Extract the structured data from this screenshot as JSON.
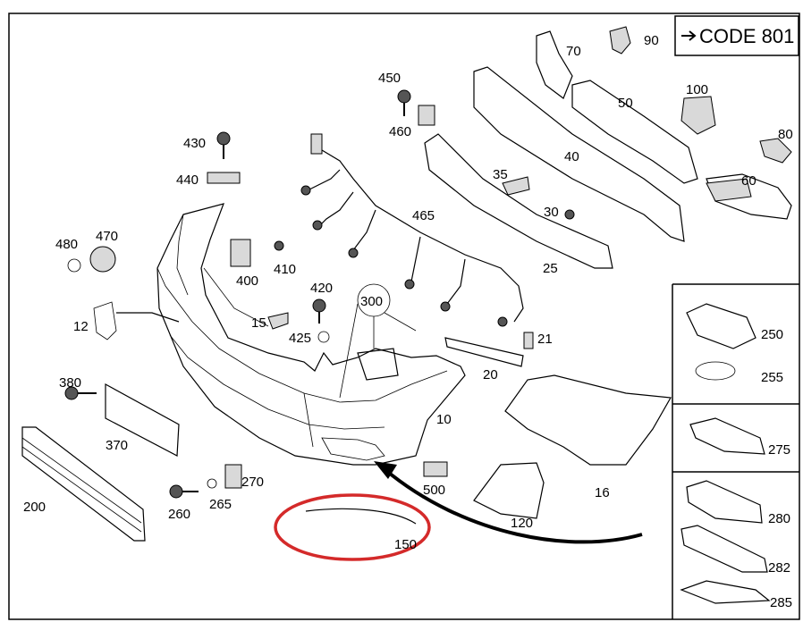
{
  "code_box": {
    "label": "CODE 801"
  },
  "labels": {
    "p10": "10",
    "p12": "12",
    "p15": "15",
    "p16": "16",
    "p20": "20",
    "p21": "21",
    "p25": "25",
    "p30": "30",
    "p35": "35",
    "p40": "40",
    "p50": "50",
    "p60": "60",
    "p70": "70",
    "p80": "80",
    "p90": "90",
    "p100": "100",
    "p120": "120",
    "p150": "150",
    "p200": "200",
    "p250": "250",
    "p255": "255",
    "p260": "260",
    "p265": "265",
    "p270": "270",
    "p275": "275",
    "p280": "280",
    "p282": "282",
    "p285": "285",
    "p300": "300",
    "p370": "370",
    "p380": "380",
    "p400": "400",
    "p410": "410",
    "p420": "420",
    "p425": "425",
    "p430": "430",
    "p440": "440",
    "p450": "450",
    "p460": "460",
    "p465": "465",
    "p470": "470",
    "p480": "480",
    "p500": "500"
  },
  "colors": {
    "highlight_circle": "#d42a2a",
    "line": "#000000",
    "background": "#ffffff"
  }
}
